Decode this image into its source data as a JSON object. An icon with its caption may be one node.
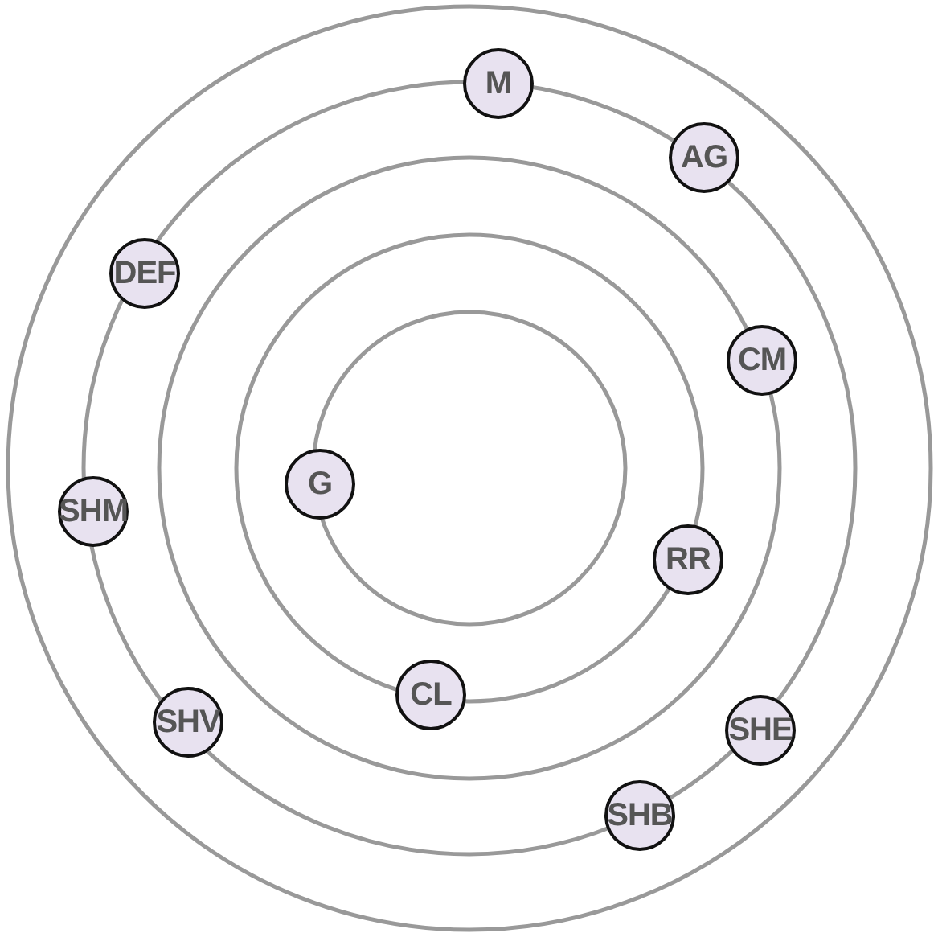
{
  "diagram": {
    "nodes": [
      {
        "text": [
          "M"
        ]
      },
      {
        "text": [
          "AG"
        ]
      },
      {
        "text": [
          "DEF"
        ]
      },
      {
        "text": [
          "CM"
        ]
      },
      {
        "text": [
          "SHM"
        ]
      },
      {
        "text": [
          "G"
        ]
      },
      {
        "text": [
          "RR"
        ]
      },
      {
        "text": [
          "CL"
        ]
      },
      {
        "text": [
          "SHV"
        ]
      },
      {
        "text": [
          "SHE"
        ]
      },
      {
        "text": [
          "SHB"
        ]
      }
    ]
  }
}
